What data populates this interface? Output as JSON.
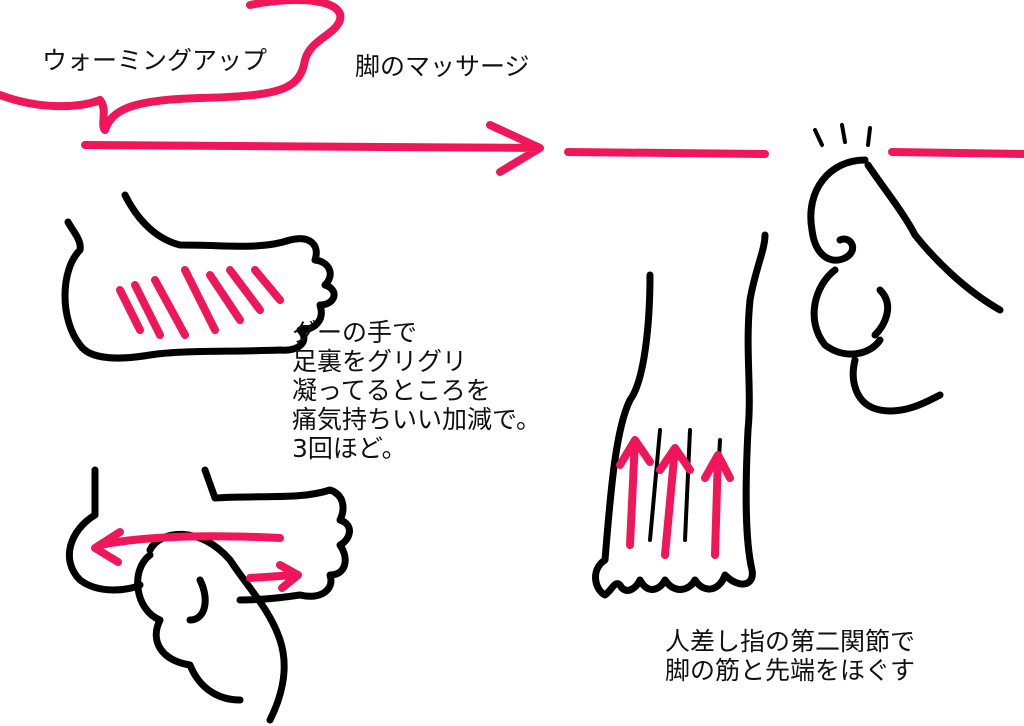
{
  "colors": {
    "accent": "#f0165a",
    "ink": "#000000"
  },
  "labels": {
    "warmup": "ウォーミングアップ",
    "leg_massage": "脚のマッサージ"
  },
  "sole_instructions": [
    "グーの手で",
    "足裏をグリグリ",
    "凝ってるところを",
    "痛気持ちいい加減で。",
    "3回ほど。"
  ],
  "knuckle_instructions": [
    "人差し指の第二関節で",
    "脚の筋と先端をほぐす"
  ]
}
